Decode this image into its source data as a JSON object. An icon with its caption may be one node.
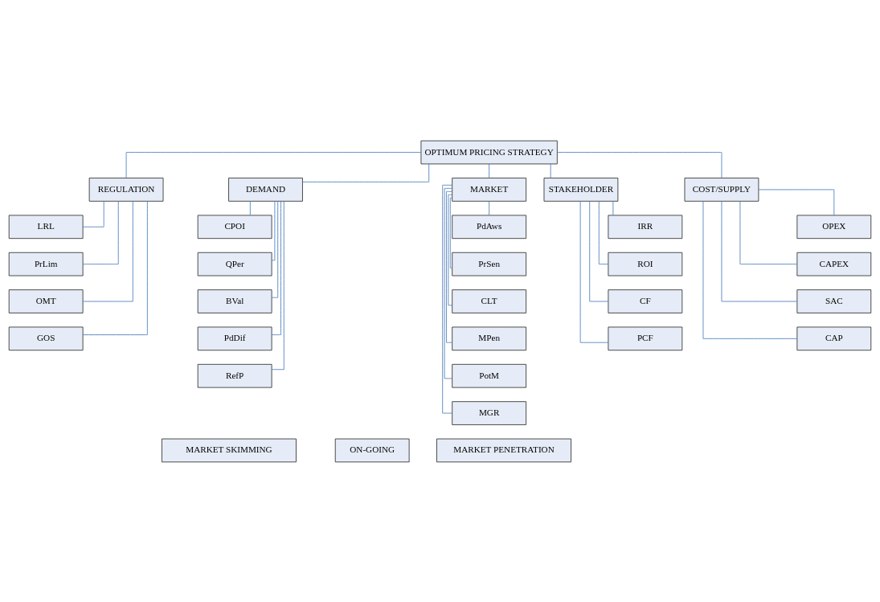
{
  "diagram": {
    "nodes": [
      {
        "text": [
          "OPTIMUM PRICING STRATEGY"
        ]
      },
      {
        "text": [
          "STAKEHOLDER"
        ]
      },
      {
        "text": [
          "MARKET"
        ]
      },
      {
        "text": [
          "DEMAND"
        ]
      },
      {
        "text": [
          "COST/SUPPLY"
        ]
      },
      {
        "text": [
          "REGULATION"
        ]
      },
      {
        "text": [
          "IRR"
        ]
      },
      {
        "text": [
          "ROI"
        ]
      },
      {
        "text": [
          "CF"
        ]
      },
      {
        "text": [
          "PCF"
        ]
      },
      {
        "text": [
          "PdAws"
        ]
      },
      {
        "text": [
          "PrSen"
        ]
      },
      {
        "text": [
          "CLT"
        ]
      },
      {
        "text": [
          "MPen"
        ]
      },
      {
        "text": [
          "PotM"
        ]
      },
      {
        "text": [
          "MGR"
        ]
      },
      {
        "text": [
          "CPOI"
        ]
      },
      {
        "text": [
          "QPer"
        ]
      },
      {
        "text": [
          "BVal"
        ]
      },
      {
        "text": [
          "PdDif"
        ]
      },
      {
        "text": [
          "RefP"
        ]
      },
      {
        "text": [
          "OPEX"
        ]
      },
      {
        "text": [
          "CAPEX"
        ]
      },
      {
        "text": [
          "SAC"
        ]
      },
      {
        "text": [
          "CAP"
        ]
      },
      {
        "text": [
          "LRL"
        ]
      },
      {
        "text": [
          "PrLim"
        ]
      },
      {
        "text": [
          "OMT"
        ]
      },
      {
        "text": [
          "GOS"
        ]
      },
      {
        "text": [
          "MARKET SKIMMING"
        ]
      },
      {
        "text": [
          "MARKET PENETRATION"
        ]
      },
      {
        "text": [
          "ON-GOING"
        ]
      }
    ],
    "edges": [
      {
        "from": 0,
        "to": 1,
        "arrow": "none"
      },
      {
        "from": 0,
        "to": 2,
        "arrow": "none"
      },
      {
        "from": 0,
        "to": 3,
        "arrow": "none"
      },
      {
        "from": 0,
        "to": 4,
        "arrow": "none"
      },
      {
        "from": 0,
        "to": 5,
        "arrow": "none"
      },
      {
        "from": 1,
        "to": 6,
        "arrow": "none"
      },
      {
        "from": 1,
        "to": 7,
        "arrow": "none"
      },
      {
        "from": 1,
        "to": 8,
        "arrow": "none"
      },
      {
        "from": 1,
        "to": 9,
        "arrow": "none"
      },
      {
        "from": 2,
        "to": 10,
        "arrow": "none"
      },
      {
        "from": 2,
        "to": 11,
        "arrow": "none"
      },
      {
        "from": 2,
        "to": 12,
        "arrow": "none"
      },
      {
        "from": 2,
        "to": 13,
        "arrow": "none"
      },
      {
        "from": 2,
        "to": 14,
        "arrow": "none"
      },
      {
        "from": 2,
        "to": 15,
        "arrow": "none"
      },
      {
        "from": 3,
        "to": 16,
        "arrow": "none"
      },
      {
        "from": 3,
        "to": 17,
        "arrow": "none"
      },
      {
        "from": 3,
        "to": 18,
        "arrow": "none"
      },
      {
        "from": 3,
        "to": 19,
        "arrow": "none"
      },
      {
        "from": 3,
        "to": 20,
        "arrow": "none"
      },
      {
        "from": 4,
        "to": 21,
        "arrow": "none"
      },
      {
        "from": 4,
        "to": 22,
        "arrow": "none"
      },
      {
        "from": 4,
        "to": 23,
        "arrow": "none"
      },
      {
        "from": 4,
        "to": 24,
        "arrow": "none"
      },
      {
        "from": 5,
        "to": 25,
        "arrow": "none"
      },
      {
        "from": 5,
        "to": 26,
        "arrow": "none"
      },
      {
        "from": 5,
        "to": 27,
        "arrow": "none"
      },
      {
        "from": 5,
        "to": 28,
        "arrow": "none"
      }
    ]
  }
}
